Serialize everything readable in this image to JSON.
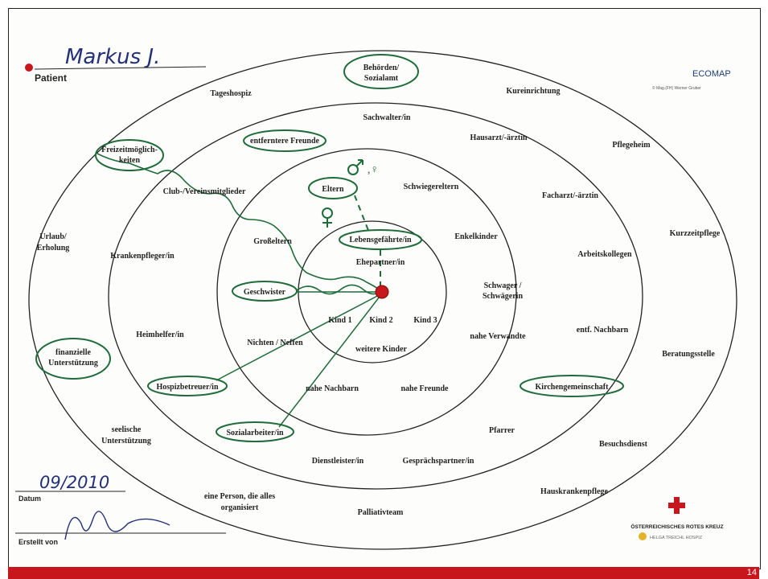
{
  "header": {
    "patient_name": "Markus J.",
    "patient_label": "Patient",
    "title": "ECOMAP",
    "copyright": "© Mag.(FH) Werner Gruber"
  },
  "footer": {
    "date_value": "09/2010",
    "date_label": "Datum",
    "created_label": "Erstellt von",
    "org_name": "ÖSTERREICHISCHES ROTES KREUZ",
    "org_sub": "HELGA TREICHL HOSPIZ",
    "slide_number": "14"
  },
  "labels": {
    "behoerden_1": "Behörden/",
    "behoerden_2": "Sozialamt",
    "tageshospiz": "Tageshospiz",
    "kureinrichtung": "Kureinrichtung",
    "sachwalter": "Sachwalter/in",
    "freizeit_1": "Freizeitmöglich-",
    "freizeit_2": "keiten",
    "entferntere_freunde": "entferntere Freunde",
    "hausarzt": "Hausarzt/-ärztin",
    "pflegeheim": "Pflegeheim",
    "eltern": "Eltern",
    "schwiegereltern": "Schwiegereltern",
    "club": "Club-/Vereinsmitglieder",
    "facharzt": "Facharzt/-ärztin",
    "urlaub_1": "Urlaub/",
    "urlaub_2": "Erholung",
    "grosseltern": "Großeltern",
    "lebensgefaehrte": "Lebensgefährte/in",
    "enkelkinder": "Enkelkinder",
    "kurzzeitpflege": "Kurzzeitpflege",
    "krankenpfleger": "Krankenpfleger/in",
    "arbeitskollegen": "Arbeitskollegen",
    "ehepartner": "Ehepartner/in",
    "geschwister": "Geschwister",
    "schwager_1": "Schwager /",
    "schwager_2": "Schwägerin",
    "kind1": "Kind 1",
    "kind2": "Kind 2",
    "kind3": "Kind 3",
    "heimhelfer": "Heimhelfer/in",
    "nichten": "Nichten / Neffen",
    "nahe_verwandte": "nahe Verwandte",
    "entf_nachbarn": "entf. Nachbarn",
    "weitere_kinder": "weitere Kinder",
    "finanzielle_1": "finanzielle",
    "finanzielle_2": "Unterstützung",
    "beratungsstelle": "Beratungsstelle",
    "hospizbetreuer": "Hospizbetreuer/in",
    "nahe_nachbarn": "nahe Nachbarn",
    "nahe_freunde": "nahe Freunde",
    "kirchengemeinschaft": "Kirchengemeinschaft",
    "sozialarbeiter": "Sozialarbeiter/in",
    "pfarrer": "Pfarrer",
    "seelische_1": "seelische",
    "seelische_2": "Unterstützung",
    "besuchsdienst": "Besuchsdienst",
    "dienstleister": "Dienstleister/in",
    "gespraechspartner": "Gesprächspartner/in",
    "hauskrankenpflege": "Hauskrankenpflege",
    "eine_person_1": "eine Person, die alles",
    "eine_person_2": "organisiert",
    "palliativteam": "Palliativteam"
  },
  "colors": {
    "accent_red": "#c8161d",
    "ink_green": "#1f6b3a",
    "ink_blue": "#23307a",
    "text_dark": "#222222"
  },
  "icons": [
    "red-cross-icon",
    "hospice-sun-icon",
    "male-symbol-icon",
    "female-symbol-icon",
    "patient-dot-icon"
  ]
}
